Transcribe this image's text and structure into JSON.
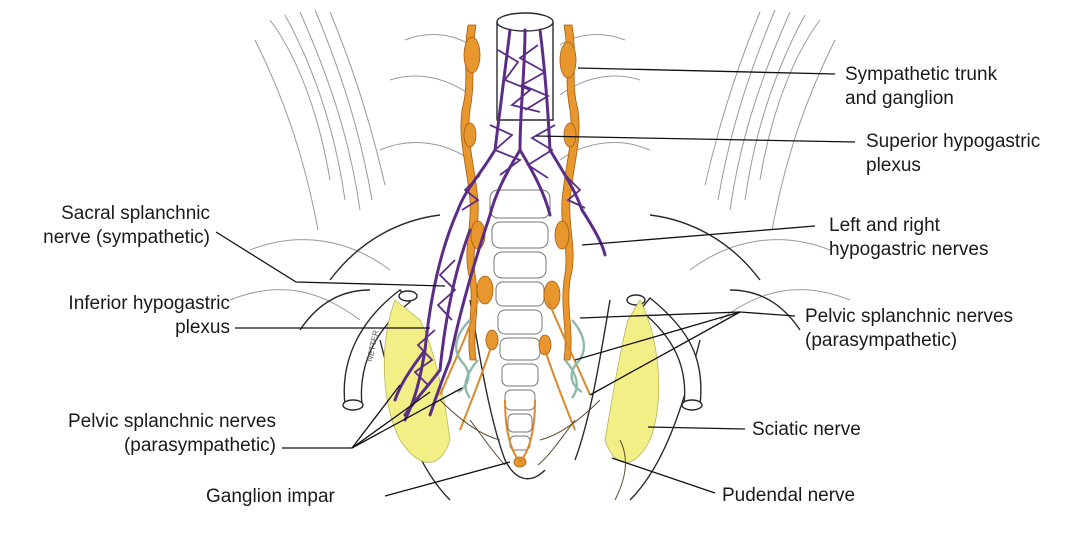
{
  "colors": {
    "nerve_plexus": "#5b2d86",
    "sympathetic_trunk": "#e8962e",
    "sacral_nerves": "#d98a2a",
    "muscle_highlight": "#f2ef86",
    "parasympathetic": "#8fb9a8",
    "outline": "#2a2a2a",
    "sketch": "#9a9a9a",
    "label_text": "#1a1a1a"
  },
  "labels": {
    "sympathetic_trunk": [
      "Sympathetic trunk",
      "and ganglion"
    ],
    "superior_hypogastric": [
      "Superior hypogastric",
      "plexus"
    ],
    "sacral_splanchnic": [
      "Sacral splanchnic",
      "nerve (sympathetic)"
    ],
    "hypogastric_nerves": [
      "Left and right",
      "hypogastric nerves"
    ],
    "inferior_hypogastric": [
      "Inferior hypogastric",
      "plexus"
    ],
    "pelvic_splanchnic_right": [
      "Pelvic splanchnic nerves",
      "(parasympathetic)"
    ],
    "pelvic_splanchnic_left": [
      "Pelvic splanchnic nerves",
      "(parasympathetic)"
    ],
    "sciatic": [
      "Sciatic nerve"
    ],
    "ganglion_impar": [
      "Ganglion impar"
    ],
    "pudendal": [
      "Pudendal nerve"
    ]
  },
  "artist_signature": "NETTER"
}
